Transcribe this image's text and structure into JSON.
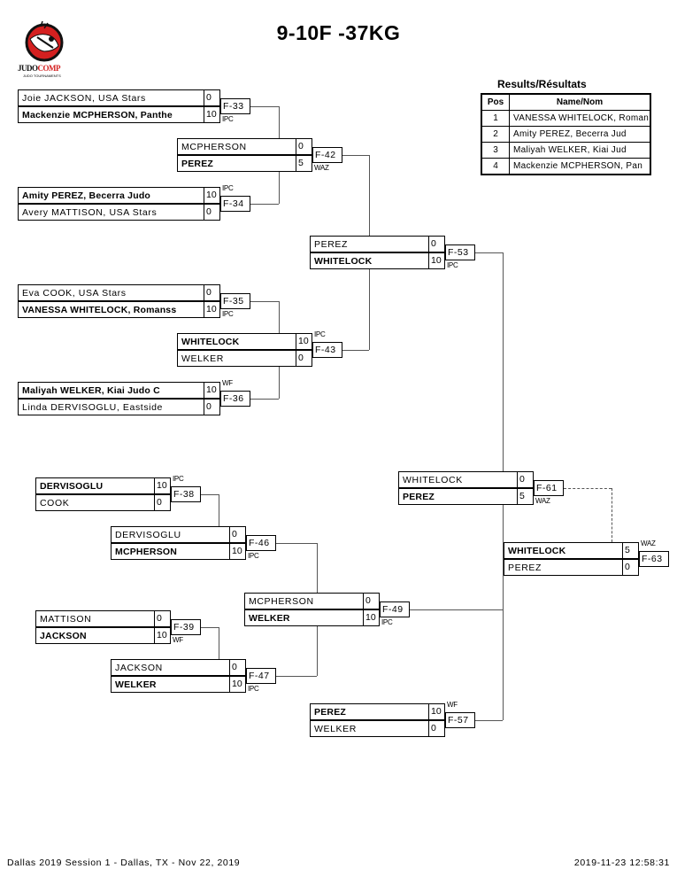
{
  "header": {
    "title": "9-10F -37KG",
    "logo": {
      "brand_text_1": "JUDO",
      "brand_text_2": "COMP",
      "subtitle": "JUDO TOURNAMENTS",
      "colors": {
        "red": "#d42020",
        "black": "#111111"
      }
    }
  },
  "results": {
    "title": "Results/Résultats",
    "columns": [
      "Pos",
      "Name/Nom"
    ],
    "rows": [
      {
        "pos": "1",
        "name": "VANESSA WHITELOCK, Roman"
      },
      {
        "pos": "2",
        "name": "Amity PEREZ, Becerra Jud"
      },
      {
        "pos": "3",
        "name": "Maliyah WELKER, Kiai Jud"
      },
      {
        "pos": "4",
        "name": "Mackenzie MCPHERSON, Pan"
      }
    ]
  },
  "matches": {
    "m33": {
      "label": "F-33",
      "win_type": "IPC",
      "top": {
        "name": "Joie JACKSON, USA Stars",
        "score": "0",
        "winner": false
      },
      "bottom": {
        "name": "Mackenzie MCPHERSON, Panthe",
        "score": "10",
        "winner": true
      }
    },
    "m34": {
      "label": "F-34",
      "win_type": "IPC",
      "top": {
        "name": "Amity PEREZ, Becerra Judo",
        "score": "10",
        "winner": true
      },
      "bottom": {
        "name": "Avery MATTISON, USA Stars",
        "score": "0",
        "winner": false
      }
    },
    "m35": {
      "label": "F-35",
      "win_type": "IPC",
      "top": {
        "name": "Eva COOK, USA Stars",
        "score": "0",
        "winner": false
      },
      "bottom": {
        "name": "VANESSA WHITELOCK, Romanss",
        "score": "10",
        "winner": true
      }
    },
    "m36": {
      "label": "F-36",
      "win_type": "WF",
      "top": {
        "name": "Maliyah WELKER, Kiai Judo C",
        "score": "10",
        "winner": true
      },
      "bottom": {
        "name": "Linda DERVISOGLU, Eastside",
        "score": "0",
        "winner": false
      }
    },
    "m42": {
      "label": "F-42",
      "win_type": "WAZ",
      "top": {
        "name": "MCPHERSON",
        "score": "0",
        "winner": false
      },
      "bottom": {
        "name": "PEREZ",
        "score": "5",
        "winner": true
      }
    },
    "m43": {
      "label": "F-43",
      "win_type": "IPC",
      "top": {
        "name": "WHITELOCK",
        "score": "10",
        "winner": true
      },
      "bottom": {
        "name": "WELKER",
        "score": "0",
        "winner": false
      }
    },
    "m53": {
      "label": "F-53",
      "win_type": "IPC",
      "top": {
        "name": "PEREZ",
        "score": "0",
        "winner": false
      },
      "bottom": {
        "name": "WHITELOCK",
        "score": "10",
        "winner": true
      }
    },
    "m38": {
      "label": "F-38",
      "win_type": "IPC",
      "top": {
        "name": "DERVISOGLU",
        "score": "10",
        "winner": true
      },
      "bottom": {
        "name": "COOK",
        "score": "0",
        "winner": false
      }
    },
    "m39": {
      "label": "F-39",
      "win_type": "WF",
      "top": {
        "name": "MATTISON",
        "score": "0",
        "winner": false
      },
      "bottom": {
        "name": "JACKSON",
        "score": "10",
        "winner": true
      }
    },
    "m46": {
      "label": "F-46",
      "win_type": "IPC",
      "top": {
        "name": "DERVISOGLU",
        "score": "0",
        "winner": false
      },
      "bottom": {
        "name": "MCPHERSON",
        "score": "10",
        "winner": true
      }
    },
    "m47": {
      "label": "F-47",
      "win_type": "IPC",
      "top": {
        "name": "JACKSON",
        "score": "0",
        "winner": false
      },
      "bottom": {
        "name": "WELKER",
        "score": "10",
        "winner": true
      }
    },
    "m49": {
      "label": "F-49",
      "win_type": "IPC",
      "top": {
        "name": "MCPHERSON",
        "score": "0",
        "winner": false
      },
      "bottom": {
        "name": "WELKER",
        "score": "10",
        "winner": true
      }
    },
    "m57": {
      "label": "F-57",
      "win_type": "WF",
      "top": {
        "name": "PEREZ",
        "score": "10",
        "winner": true
      },
      "bottom": {
        "name": "WELKER",
        "score": "0",
        "winner": false
      }
    },
    "m61": {
      "label": "F-61",
      "win_type": "WAZ",
      "top": {
        "name": "WHITELOCK",
        "score": "0",
        "winner": false
      },
      "bottom": {
        "name": "PEREZ",
        "score": "5",
        "winner": true
      }
    },
    "m63": {
      "label": "F-63",
      "win_type": "WAZ",
      "top": {
        "name": "WHITELOCK",
        "score": "5",
        "winner": true
      },
      "bottom": {
        "name": "PEREZ",
        "score": "0",
        "winner": false
      }
    }
  },
  "footer": {
    "event": "Dallas 2019 Session 1 - Dallas, TX - Nov 22, 2019",
    "printed_at": "2019-11-23 12:58:31"
  }
}
